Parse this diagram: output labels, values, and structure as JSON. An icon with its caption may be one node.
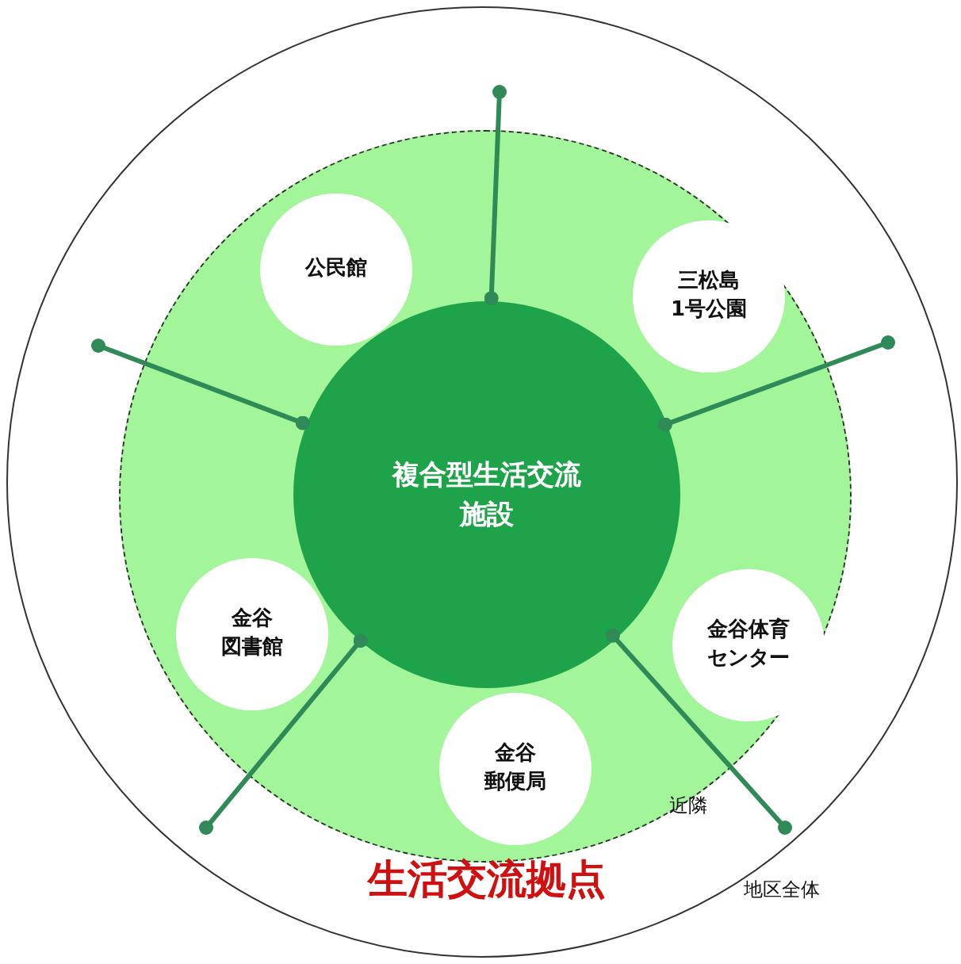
{
  "diagram": {
    "nodes": [
      {
        "text": [
          "地区全体"
        ]
      },
      {
        "text": [
          "近隣"
        ],
        "in": 0
      },
      {
        "text": [
          "複合型生活交流施設"
        ],
        "in": 1
      },
      {
        "text": [
          "公民館"
        ],
        "in": 1
      },
      {
        "text": [
          "三松島1号公園"
        ],
        "in": 1
      },
      {
        "text": [
          "金谷図書館"
        ],
        "in": 1
      },
      {
        "text": [
          "金谷体育センター"
        ],
        "in": 1
      },
      {
        "text": [
          "金谷郵便局"
        ],
        "in": 1
      }
    ],
    "edges": [
      {
        "from": 2,
        "to": null,
        "arrow": "other"
      },
      {
        "from": 2,
        "to": null,
        "arrow": "other"
      },
      {
        "from": 2,
        "to": null,
        "arrow": "other"
      },
      {
        "from": 2,
        "to": null,
        "arrow": "other"
      },
      {
        "from": 2,
        "to": null,
        "arrow": "other"
      }
    ],
    "labels": [
      "生活交流拠点"
    ]
  }
}
